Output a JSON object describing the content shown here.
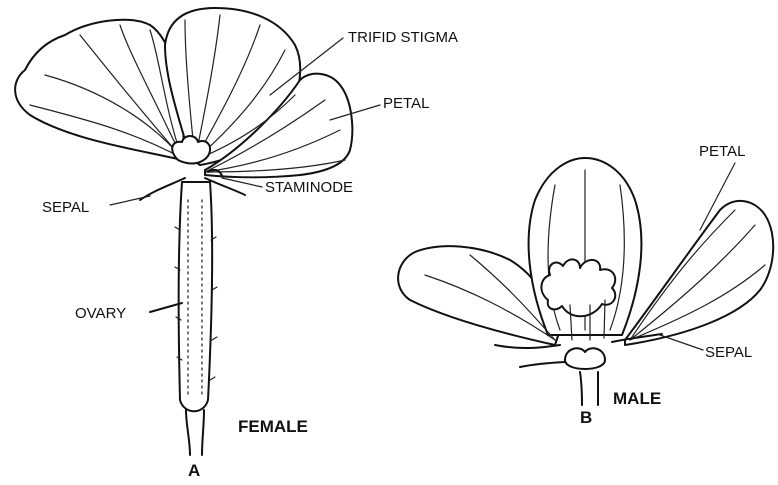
{
  "labels": {
    "trifid_stigma": "TRIFID STIGMA",
    "petal_female": "PETAL",
    "staminode": "STAMINODE",
    "sepal_female": "SEPAL",
    "ovary": "OVARY",
    "female": "FEMALE",
    "letter_a": "A",
    "petal_male": "PETAL",
    "sepal_male": "SEPAL",
    "male": "MALE",
    "letter_b": "B"
  }
}
